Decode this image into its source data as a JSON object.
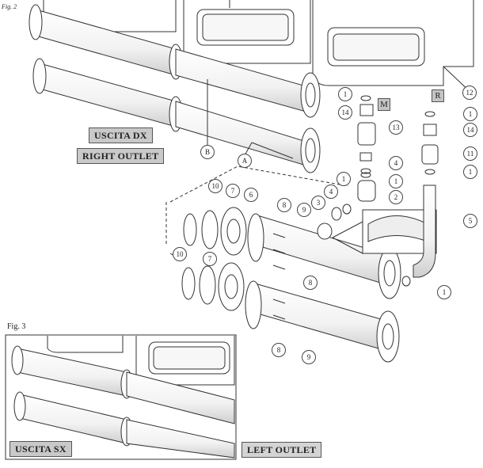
{
  "figures": {
    "fig2": "Fig. 2",
    "fig3": "Fig. 3"
  },
  "labels": {
    "uscita_dx": "USCITA DX",
    "right_outlet": "RIGHT OUTLET",
    "uscita_sx": "USCITA SX",
    "left_outlet": "LEFT OUTLET"
  },
  "letters": {
    "A": "A",
    "B": "B",
    "M": "M",
    "R": "R"
  },
  "callouts": {
    "n1": "1",
    "n2": "2",
    "n3": "3",
    "n4": "4",
    "n5": "5",
    "n6": "6",
    "n7": "7",
    "n8": "8",
    "n9": "9",
    "n10": "10",
    "n11": "11",
    "n12": "12",
    "n13": "13",
    "n14": "14"
  },
  "colors": {
    "line": "#333333",
    "box": "#c9c9c9",
    "paper": "#ffffff"
  }
}
